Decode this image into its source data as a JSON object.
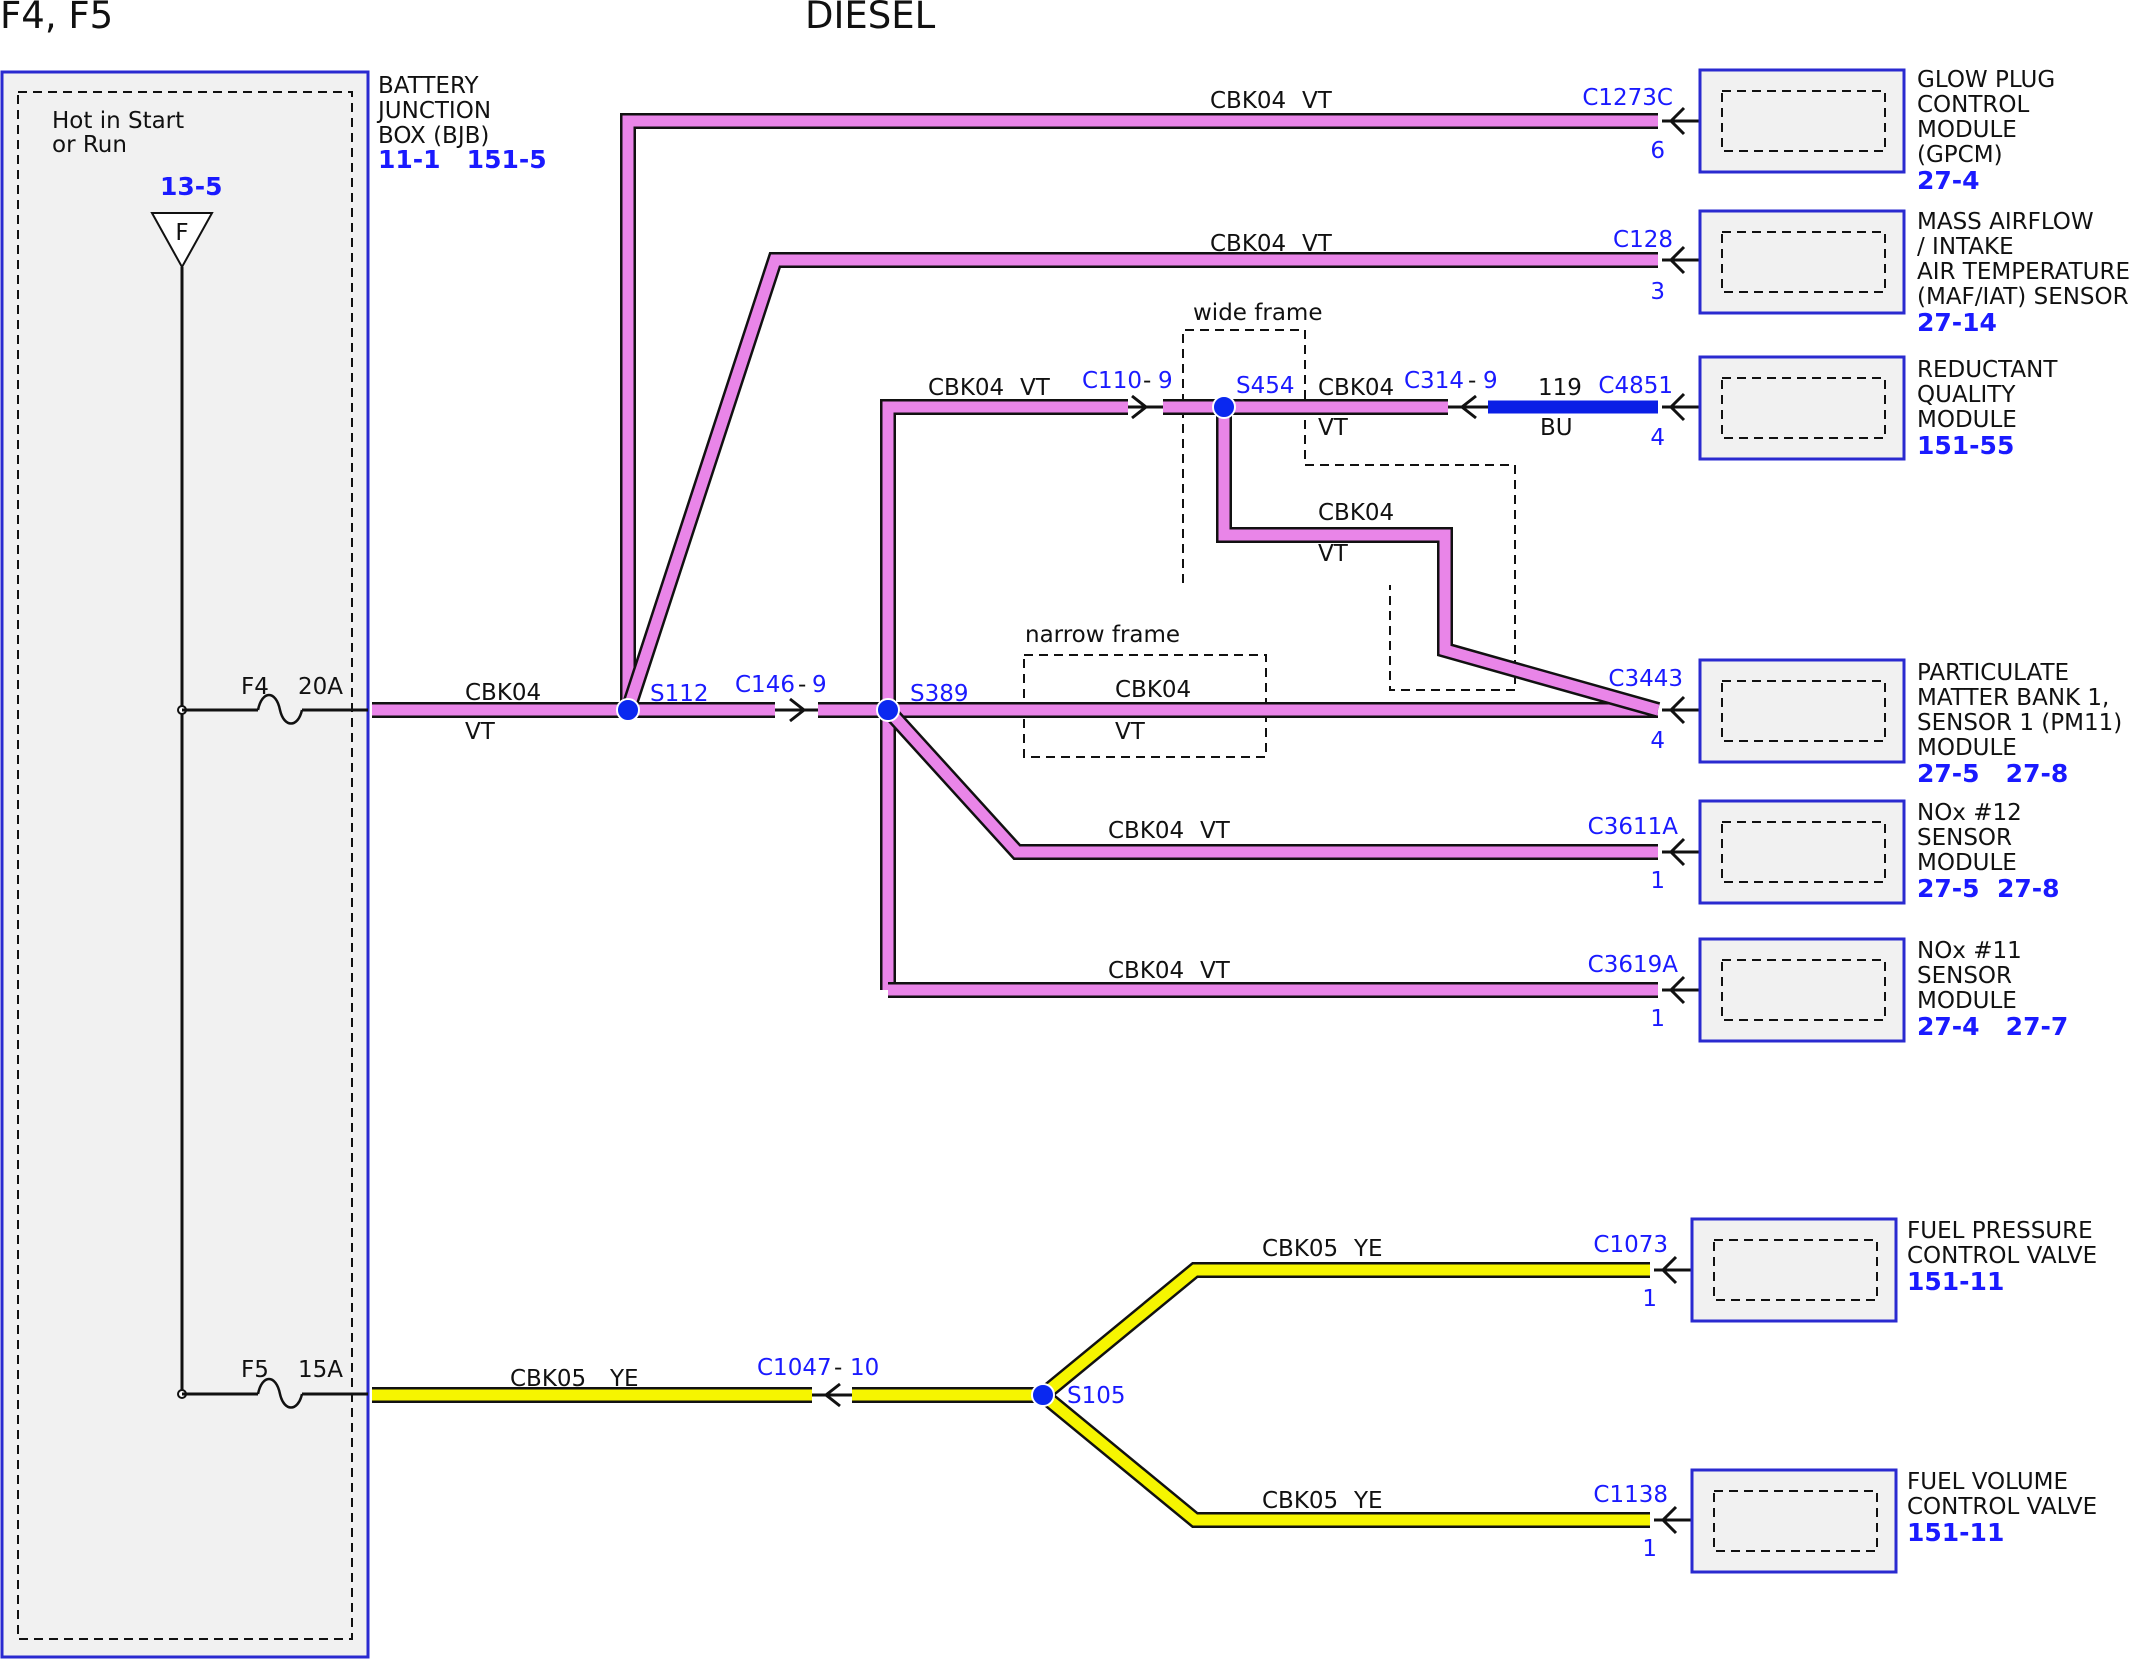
{
  "header": {
    "left": "F4, F5",
    "center": "DIESEL"
  },
  "bjb": {
    "title_lines": [
      "BATTERY",
      "JUNCTION",
      "BOX (BJB)"
    ],
    "refs": "11-1   151-5",
    "hot_lines": [
      "Hot in Start",
      "or Run"
    ],
    "source_ref": "13-5",
    "source_letter": "F"
  },
  "fuses": [
    {
      "name": "F4",
      "rating": "20A"
    },
    {
      "name": "F5",
      "rating": "15A"
    }
  ],
  "wire_colors": {
    "VT": "#e985e8",
    "YE": "#f6f500",
    "BU": "#0a1ee6",
    "splice": "#0a28f0",
    "module_border": "#2a2ad0",
    "ref_text": "#1a1aff"
  },
  "splices": {
    "s112": "S112",
    "s389": "S389",
    "s454": "S454",
    "s105": "S105"
  },
  "connectors": {
    "c146": "C146",
    "c146_pin": "9",
    "c110": "C110",
    "c110_pin": "9",
    "c314": "C314",
    "c314_pin": "9",
    "c1047": "C1047",
    "c1047_pin": "10"
  },
  "frames": {
    "wide": "wide frame",
    "narrow": "narrow frame"
  },
  "circuits": {
    "cbk04": "CBK04",
    "cbk05": "CBK05",
    "vt": "VT",
    "ye": "YE",
    "c119": "119",
    "bu": "BU"
  },
  "modules": [
    {
      "connector": "C1273C",
      "pin": "6",
      "lines": [
        "GLOW PLUG",
        "CONTROL",
        "MODULE",
        "(GPCM)"
      ],
      "refs": "27-4"
    },
    {
      "connector": "C128",
      "pin": "3",
      "lines": [
        "MASS AIRFLOW",
        "/ INTAKE",
        "AIR TEMPERATURE",
        "(MAF/IAT) SENSOR"
      ],
      "refs": "27-14"
    },
    {
      "connector": "C4851",
      "pin": "4",
      "lines": [
        "REDUCTANT",
        "QUALITY",
        "MODULE"
      ],
      "refs": "151-55"
    },
    {
      "connector": "C3443",
      "pin": "4",
      "lines": [
        "PARTICULATE",
        "MATTER BANK 1,",
        "SENSOR 1 (PM11)",
        "MODULE"
      ],
      "refs": "27-5   27-8"
    },
    {
      "connector": "C3611A",
      "pin": "1",
      "lines": [
        "NOx #12",
        "SENSOR",
        "MODULE"
      ],
      "refs": "27-5  27-8"
    },
    {
      "connector": "C3619A",
      "pin": "1",
      "lines": [
        "NOx #11",
        "SENSOR",
        "MODULE"
      ],
      "refs": "27-4   27-7"
    },
    {
      "connector": "C1073",
      "pin": "1",
      "lines": [
        "FUEL PRESSURE",
        "CONTROL VALVE"
      ],
      "refs": "151-11"
    },
    {
      "connector": "C1138",
      "pin": "1",
      "lines": [
        "FUEL VOLUME",
        "CONTROL VALVE"
      ],
      "refs": "151-11"
    }
  ]
}
